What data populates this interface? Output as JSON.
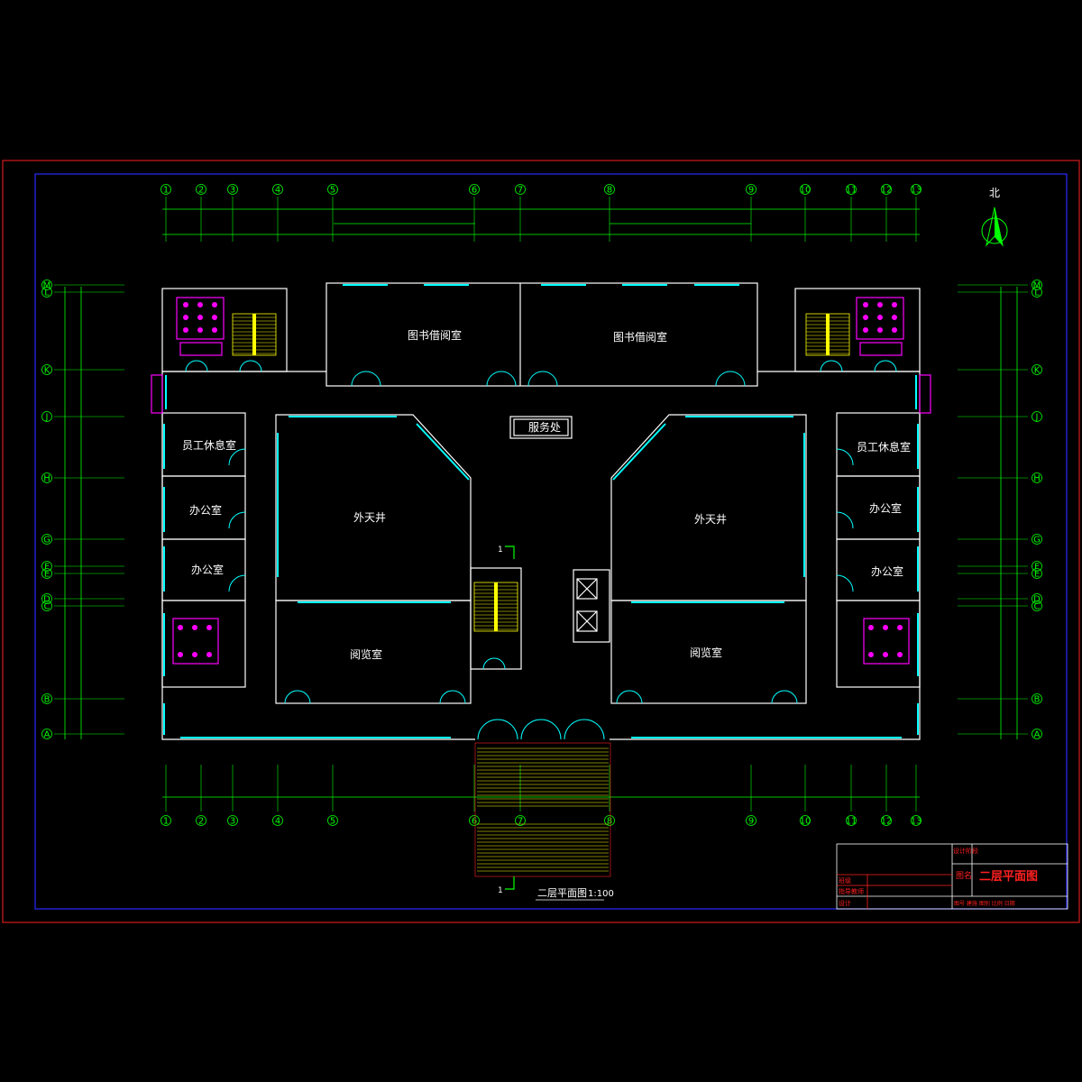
{
  "title": {
    "drawing_title": "二层平面图",
    "scale": "1:100"
  },
  "north": {
    "label": "北"
  },
  "grid_columns": [
    "1",
    "2",
    "3",
    "4",
    "5",
    "6",
    "7",
    "8",
    "9",
    "10",
    "11",
    "12",
    "13"
  ],
  "grid_rows": [
    "A",
    "B",
    "C",
    "D",
    "E",
    "F",
    "G",
    "H",
    "J",
    "K",
    "L",
    "M"
  ],
  "rooms": {
    "reading_room_left": "图书借阅室",
    "reading_room_right": "图书借阅室",
    "service_desk": "服务处",
    "staff_lounge_left": "员工休息室",
    "staff_lounge_right": "员工休息室",
    "office_left_1": "办公室",
    "office_left_2": "办公室",
    "office_right_1": "办公室",
    "office_right_2": "办公室",
    "atrium_left": "外天井",
    "atrium_right": "外天井",
    "study_left": "阅览室",
    "study_right": "阅览室"
  },
  "section_mark": "1",
  "title_block": {
    "design_label": "设计阶段",
    "drawing_name_label": "图名",
    "drawing_name": "二层平面图",
    "row1": "班级",
    "row2": "指导教师",
    "row3": "设计",
    "footer": "图号 建施 图别 比例 日期"
  },
  "colors": {
    "border_red": "#ff2020",
    "frame_blue": "#2a2aff",
    "wall": "#ffffff",
    "grid": "#00ff00",
    "window": "#00ffff",
    "fixture": "#ff00ff",
    "stair": "#ffff00"
  }
}
